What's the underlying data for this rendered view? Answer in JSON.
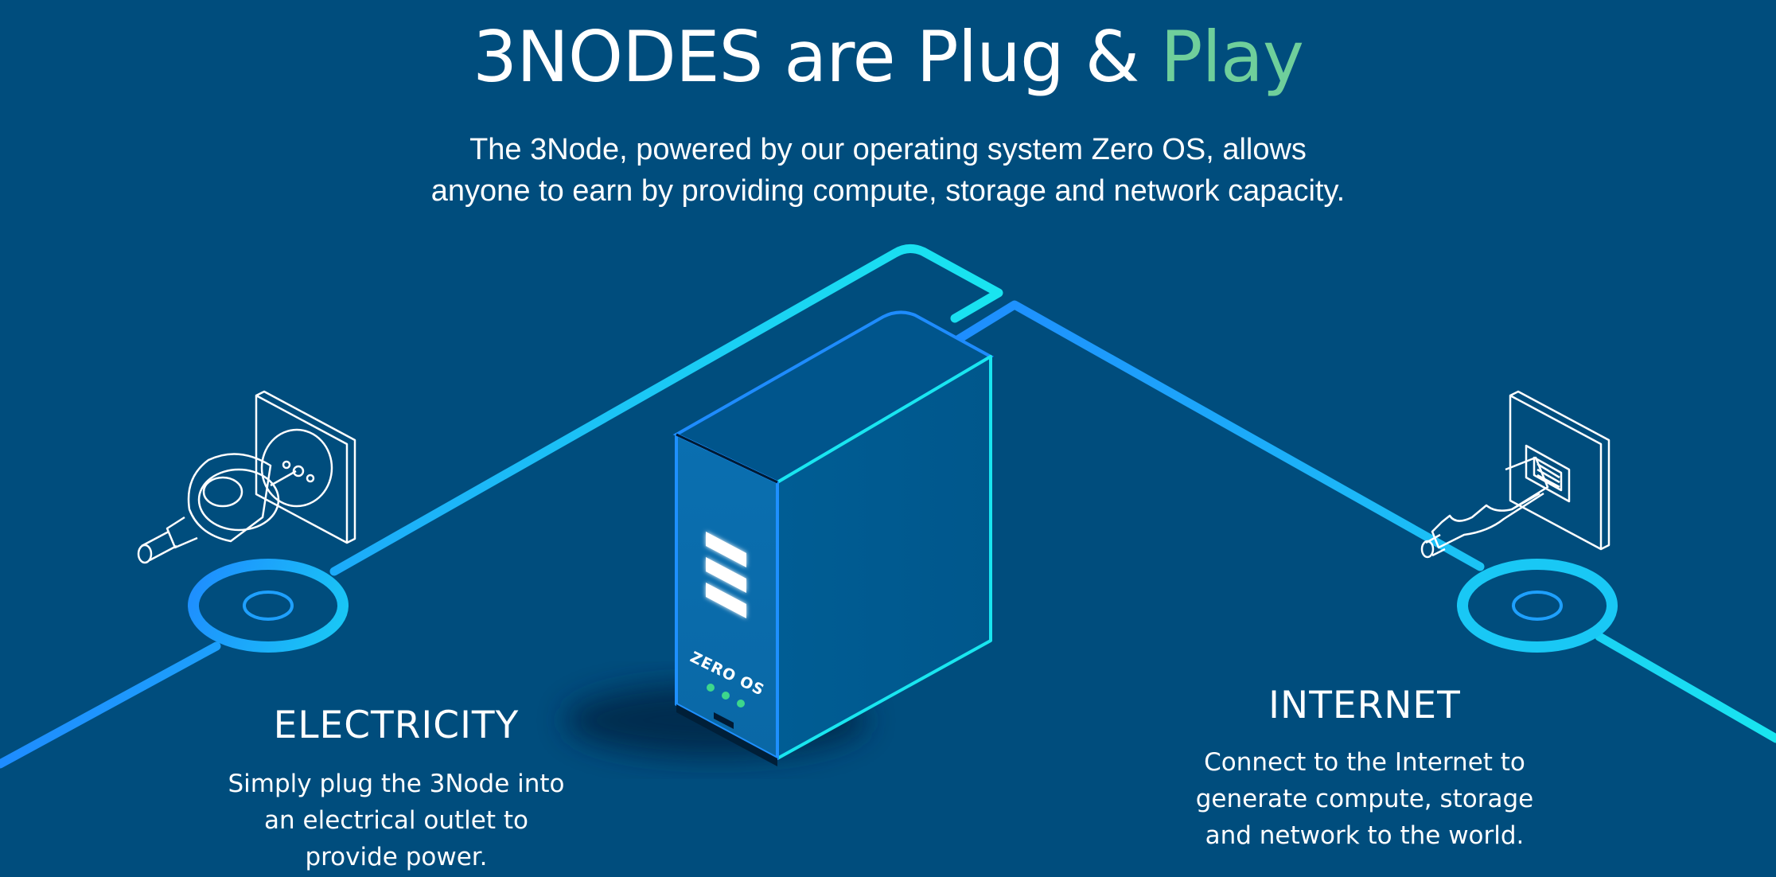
{
  "title": {
    "main": "3NODES are Plug & ",
    "accent": "Play"
  },
  "subtitle": {
    "line1": "The 3Node, powered by our operating system Zero OS, allows",
    "line2": "anyone to earn by providing compute, storage and network capacity."
  },
  "electricity": {
    "title": "ELECTRICITY",
    "body": [
      "Simply plug the 3Node into",
      "an electrical outlet to",
      "provide power."
    ]
  },
  "internet": {
    "title": "INTERNET",
    "body": [
      "Connect to the Internet to",
      "generate compute, storage",
      "and network to the world."
    ]
  },
  "device": {
    "brand": "ZERO OS"
  },
  "icons": {
    "power": "power-outlet-plug-icon",
    "network": "ethernet-plug-icon",
    "logo": "threefold-logo-icon"
  },
  "colors": {
    "background": "#004d7d",
    "accent": "#6fcf9b",
    "line_cyan": "#19e6f0",
    "line_blue": "#1e8cff",
    "led": "#3dd68c"
  }
}
